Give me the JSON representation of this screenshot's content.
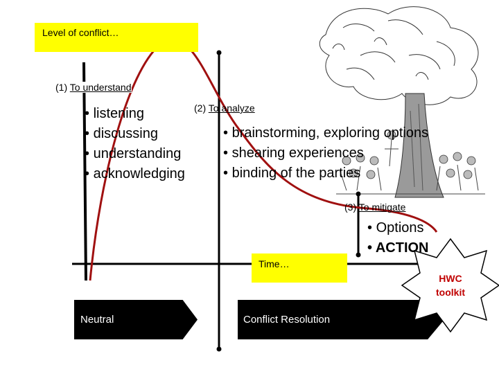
{
  "level_label": "Level of conflict…",
  "time_label": "Time…",
  "phases": [
    {
      "title_prefix": "(1)",
      "title": "To understand",
      "items": [
        "listening",
        "discussing",
        "understanding",
        "acknowledging"
      ]
    },
    {
      "title_prefix": "(2)",
      "title": "To analyze",
      "items": [
        "brainstorming, exploring options",
        "shearing experiences",
        "binding of the parties"
      ]
    },
    {
      "title_prefix": "(3)",
      "title": "To mitigate",
      "items": [
        "Options",
        "ACTION"
      ]
    }
  ],
  "timeline": {
    "start_label": "Neutral",
    "end_label": "Conflict Resolution"
  },
  "badge": {
    "line1": "HWC",
    "line2": "toolkit"
  },
  "bullet_char": "•",
  "colors": {
    "highlight": "#ffff00",
    "curve": "#a01010",
    "badge_text": "#c00000"
  }
}
